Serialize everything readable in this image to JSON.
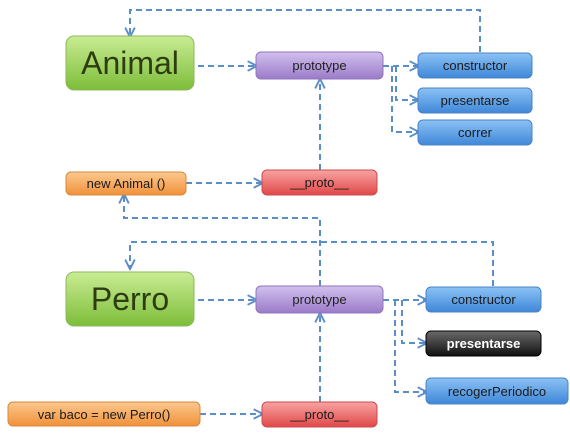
{
  "animal": {
    "label": "Animal",
    "prototype_label": "prototype",
    "members": [
      "constructor",
      "presentarse",
      "correr"
    ],
    "instance_label": "new Animal ()",
    "proto_label": "__proto__"
  },
  "perro": {
    "label": "Perro",
    "prototype_label": "prototype",
    "members": [
      "constructor",
      "presentarse",
      "recogerPeriodico"
    ],
    "instance_label": "var baco = new Perro()",
    "proto_label": "__proto__"
  },
  "colors": {
    "constructor_fill": "#8fc94c",
    "prototype_fill": "#a889d2",
    "member_fill": "#5ea1e6",
    "highlight_member_fill": "#1b1b1b",
    "instance_fill": "#f5a85a",
    "proto_fill": "#ee6b6b",
    "connector": "#5b8dc9"
  }
}
